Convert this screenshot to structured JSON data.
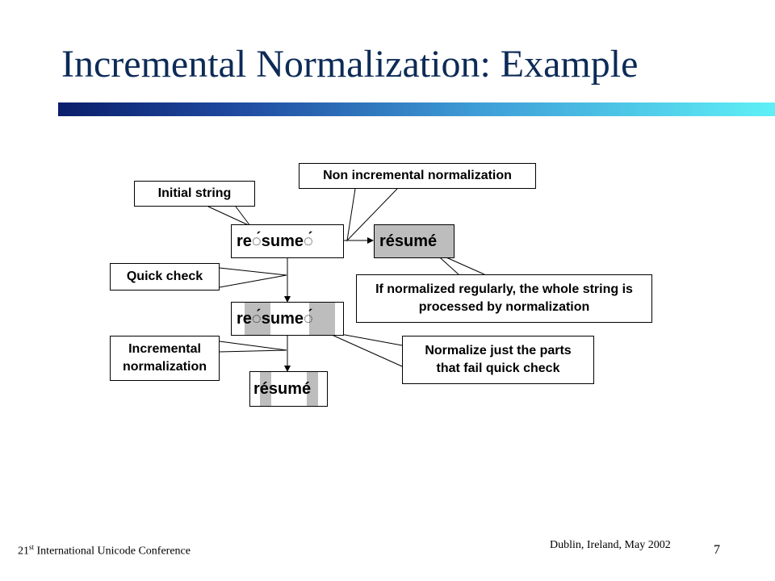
{
  "slide": {
    "title": "Incremental Normalization: Example",
    "page_number": "7"
  },
  "footer": {
    "conference_ordinal": "21",
    "conference_sup": "st",
    "conference_rest": " International Unicode Conference",
    "location_date": "Dublin, Ireland, May 2002"
  },
  "diagram": {
    "callouts": {
      "initial_string": "Initial string",
      "non_incremental": "Non incremental normalization",
      "quick_check": "Quick check",
      "regular_line1": "If normalized regularly, the whole string is",
      "regular_line2": "processed by normalization",
      "incremental_line1": "Incremental",
      "incremental_line2": "normalization",
      "parts_line1": "Normalize just the parts",
      "parts_line2": "that fail quick check"
    },
    "strings": {
      "decomposed": "re◌́sume◌́",
      "decomposed_marked": "re◌́sume◌́",
      "normalized_full": "résumé",
      "normalized_incremental": "résumé"
    },
    "colors": {
      "highlight": "#bdbdbd",
      "title": "#0d2b57"
    }
  }
}
